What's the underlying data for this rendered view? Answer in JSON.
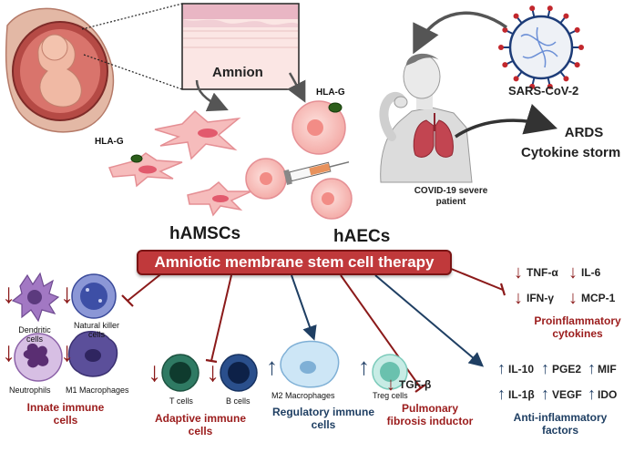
{
  "diagram": {
    "source_labels": {
      "amnion": "Amnion",
      "hla_g_left": "HLA-G",
      "hla_g_top": "HLA-G",
      "hamscs": "hAMSCs",
      "haecs": "hAECs",
      "sars": "SARS-CoV-2",
      "ards": "ARDS",
      "storm": "Cytokine storm",
      "patient": "COVID-19 severe patient"
    },
    "therapy": "Amniotic membrane stem cell therapy",
    "innate": {
      "cells": [
        "Dendritic cells",
        "Natural killer cells",
        "Neutrophils",
        "M1 Macrophages"
      ],
      "title": "Innate immune cells"
    },
    "adaptive": {
      "cells": [
        "T cells",
        "B cells"
      ],
      "title": "Adaptive immune cells"
    },
    "regulatory": {
      "cells": [
        "M2 Macrophages",
        "Treg cells"
      ],
      "title": "Regulatory immune cells"
    },
    "fibrosis": {
      "factor": "TGF-β",
      "title": "Pulmonary fibrosis inductor"
    },
    "proinflammatory": {
      "items": [
        "TNF-α",
        "IL-6",
        "IFN-γ",
        "MCP-1"
      ],
      "title": "Proinflammatory cytokines"
    },
    "antiinflammatory": {
      "items": [
        "IL-10",
        "PGE2",
        "MIF",
        "IL-1β",
        "VEGF",
        "IDO"
      ],
      "title": "Anti-inflammatory factors"
    },
    "colors": {
      "red_accent": "#9b1c1c",
      "navy_accent": "#1f3f63",
      "banner": "#c0393b"
    },
    "arrows": {
      "down": "↓",
      "up": "↑"
    }
  }
}
